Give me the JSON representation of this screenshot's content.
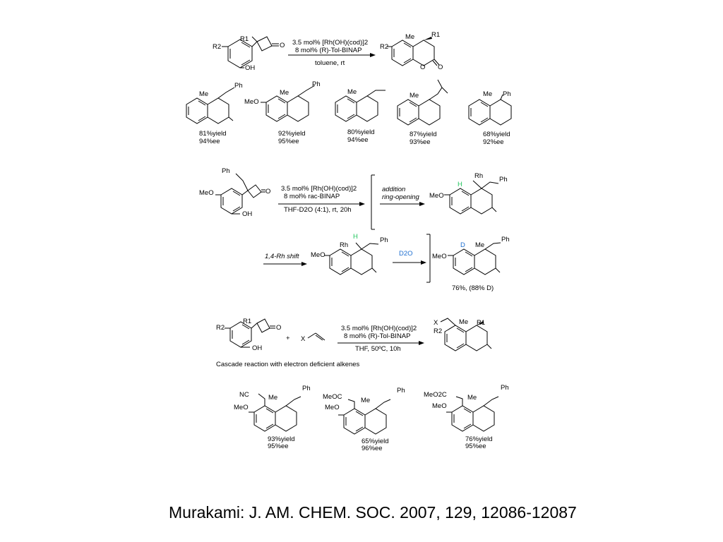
{
  "colors": {
    "ink": "#000000",
    "hydrogen": "#22c55e",
    "deuterium": "#1e6fd0"
  },
  "reaction1": {
    "sm": {
      "R2": "R2",
      "R1": "R1",
      "oxo": "O",
      "OH": "OH"
    },
    "conditions": [
      "3.5 mol% [Rh(OH)(cod)]2",
      "8 mol% (R)-Tol-BINAP",
      "toluene, rt"
    ],
    "product": {
      "Me": "Me",
      "R1": "R1",
      "R2": "R2",
      "O_ring": "O",
      "O_carbonyl": "O"
    }
  },
  "scope1": [
    {
      "Me": "Me",
      "sub": "Ph",
      "yield": "81%yield",
      "ee": "94%ee"
    },
    {
      "Me": "Me",
      "sub": "Ph",
      "arene": "MeO",
      "yield": "92%yield",
      "ee": "95%ee"
    },
    {
      "Me": "Me",
      "yield": "80%yield",
      "ee": "94%ee"
    },
    {
      "Me": "Me",
      "yield": "87%yield",
      "ee": "93%ee"
    },
    {
      "Me": "Me",
      "sub": "Ph",
      "yield": "68%yield",
      "ee": "92%ee"
    }
  ],
  "mechanism": {
    "sm": {
      "Ph": "Ph",
      "MeO": "MeO",
      "oxo": "O",
      "OH": "OH"
    },
    "conditions": [
      "3.5 mol% [Rh(OH)(cod)]2",
      "8 mol% rac-BINAP",
      "THF-D2O (4:1), rt, 20h"
    ],
    "step1_label": [
      "addition",
      "ring-opening"
    ],
    "int1": {
      "H": "H",
      "Rh": "Rh",
      "Ph": "Ph",
      "MeO": "MeO"
    },
    "step2_label": "1,4-Rh shift",
    "int2": {
      "H": "H",
      "Rh": "Rh",
      "Ph": "Ph",
      "MeO": "MeO"
    },
    "step3_label": "D2O",
    "product": {
      "D": "D",
      "Me": "Me",
      "Ph": "Ph",
      "MeO": "MeO",
      "result": "76%, (88% D)"
    }
  },
  "cascade": {
    "sm": {
      "R2": "R2",
      "R1": "R1",
      "oxo": "O",
      "OH": "OH"
    },
    "plus": "+",
    "alkene_X": "X",
    "conditions": [
      "3.5 mol% [Rh(OH)(cod)]2",
      "8 mol% (R)-Tol-BINAP",
      "THF, 50ºC, 10h"
    ],
    "product": {
      "X": "X",
      "Me": "Me",
      "R1": "R1",
      "R2": "R2"
    },
    "caption": "Cascade reaction with electron deficient alkenes"
  },
  "scope2": [
    {
      "EWG": "NC",
      "MeO": "MeO",
      "Me": "Me",
      "Ph": "Ph",
      "yield": "93%yield",
      "ee": "95%ee"
    },
    {
      "EWG": "MeOC",
      "MeO": "MeO",
      "Me": "Me",
      "Ph": "Ph",
      "yield": "65%yield",
      "ee": "96%ee"
    },
    {
      "EWG": "MeO2C",
      "MeO": "MeO",
      "Me": "Me",
      "Ph": "Ph",
      "yield": "76%yield",
      "ee": "95%ee"
    }
  ],
  "citation": "Murakami: J. AM. CHEM. SOC. 2007, 129, 12086-12087"
}
